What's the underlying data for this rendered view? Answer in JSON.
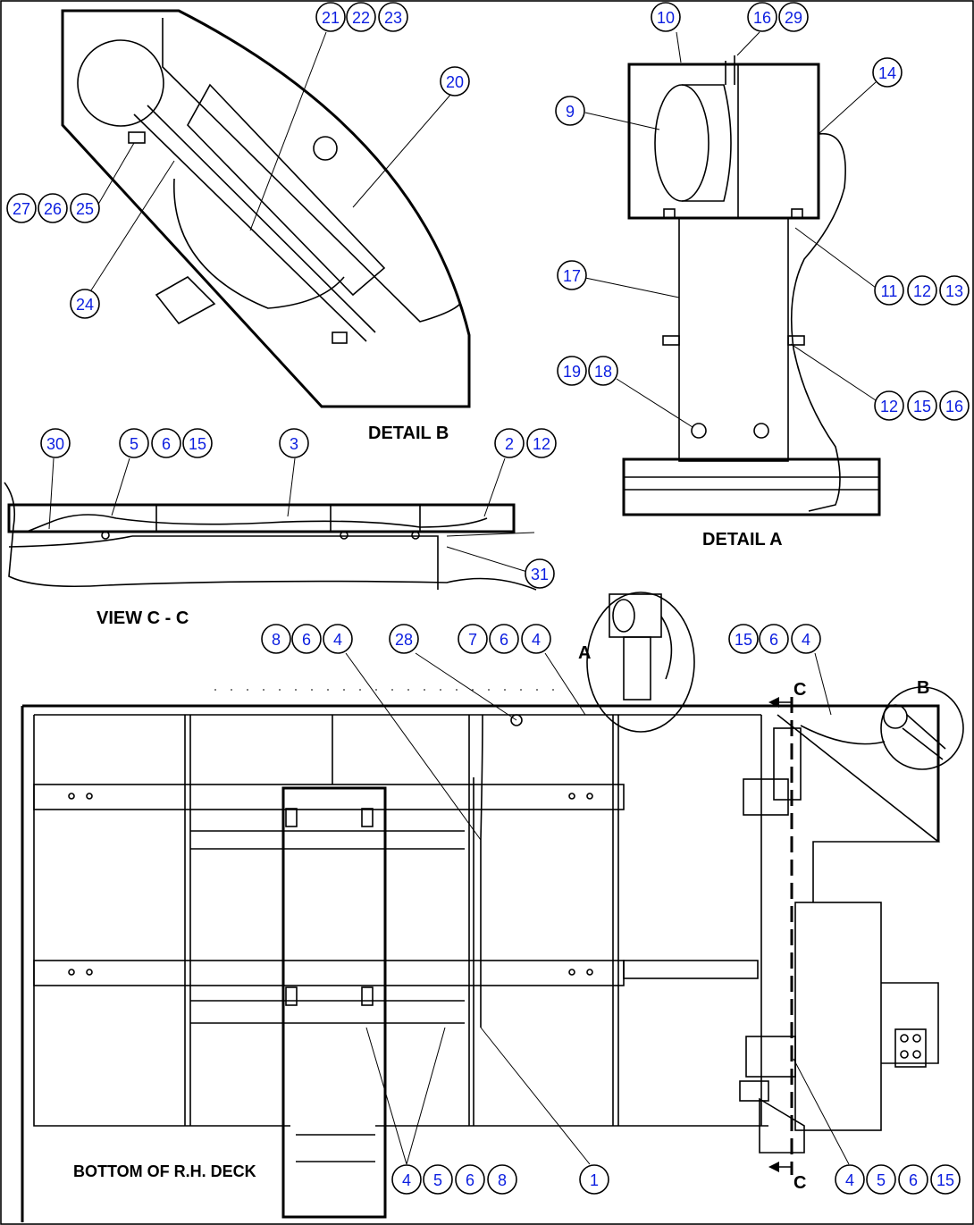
{
  "labels": {
    "detail_b": "DETAIL B",
    "detail_a": "DETAIL A",
    "view_cc": "VIEW C - C",
    "bottom": "BOTTOM OF R.H. DECK",
    "callout_a": "A",
    "callout_b": "B",
    "section_c_top": "C",
    "section_c_bottom": "C"
  },
  "callouts": [
    {
      "id": "b21",
      "text": "21"
    },
    {
      "id": "b22",
      "text": "22"
    },
    {
      "id": "b23",
      "text": "23"
    },
    {
      "id": "b20",
      "text": "20"
    },
    {
      "id": "b27",
      "text": "27"
    },
    {
      "id": "b26",
      "text": "26"
    },
    {
      "id": "b25",
      "text": "25"
    },
    {
      "id": "b24",
      "text": "24"
    },
    {
      "id": "a10",
      "text": "10"
    },
    {
      "id": "a16",
      "text": "16"
    },
    {
      "id": "a29",
      "text": "29"
    },
    {
      "id": "a14",
      "text": "14"
    },
    {
      "id": "a9",
      "text": "9"
    },
    {
      "id": "a17",
      "text": "17"
    },
    {
      "id": "a11",
      "text": "11"
    },
    {
      "id": "a12a",
      "text": "12"
    },
    {
      "id": "a13",
      "text": "13"
    },
    {
      "id": "a19",
      "text": "19"
    },
    {
      "id": "a18",
      "text": "18"
    },
    {
      "id": "a12b",
      "text": "12"
    },
    {
      "id": "a15",
      "text": "15"
    },
    {
      "id": "a16b",
      "text": "16"
    },
    {
      "id": "c30",
      "text": "30"
    },
    {
      "id": "c5",
      "text": "5"
    },
    {
      "id": "c6",
      "text": "6"
    },
    {
      "id": "c15",
      "text": "15"
    },
    {
      "id": "c3",
      "text": "3"
    },
    {
      "id": "c2",
      "text": "2"
    },
    {
      "id": "c12",
      "text": "12"
    },
    {
      "id": "c31",
      "text": "31"
    },
    {
      "id": "m8",
      "text": "8"
    },
    {
      "id": "m6",
      "text": "6"
    },
    {
      "id": "m4",
      "text": "4"
    },
    {
      "id": "m28",
      "text": "28"
    },
    {
      "id": "m7",
      "text": "7"
    },
    {
      "id": "m6b",
      "text": "6"
    },
    {
      "id": "m4b",
      "text": "4"
    },
    {
      "id": "m15",
      "text": "15"
    },
    {
      "id": "m6c",
      "text": "6"
    },
    {
      "id": "m4c",
      "text": "4"
    },
    {
      "id": "n4",
      "text": "4"
    },
    {
      "id": "n5",
      "text": "5"
    },
    {
      "id": "n6",
      "text": "6"
    },
    {
      "id": "n8",
      "text": "8"
    },
    {
      "id": "n1",
      "text": "1"
    },
    {
      "id": "r4",
      "text": "4"
    },
    {
      "id": "r5",
      "text": "5"
    },
    {
      "id": "r6",
      "text": "6"
    },
    {
      "id": "r15",
      "text": "15"
    }
  ]
}
